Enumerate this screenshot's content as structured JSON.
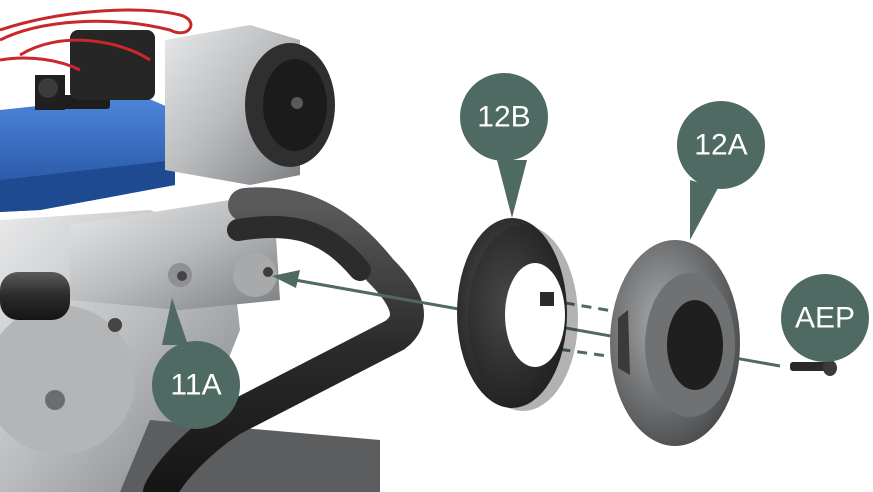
{
  "colors": {
    "callout_fill": "#4f6a63",
    "callout_text": "#ffffff",
    "guide_line": "#4f6a63",
    "engine_blue": "#2f63b7",
    "metal_light": "#c9cbcc",
    "metal_dark": "#3a3a3a",
    "washer_dark": "#2b2b2b"
  },
  "callouts": {
    "c12b": {
      "label": "12B"
    },
    "c12a": {
      "label": "12A"
    },
    "caep": {
      "label": "AEP"
    },
    "c11a": {
      "label": "11A"
    }
  }
}
